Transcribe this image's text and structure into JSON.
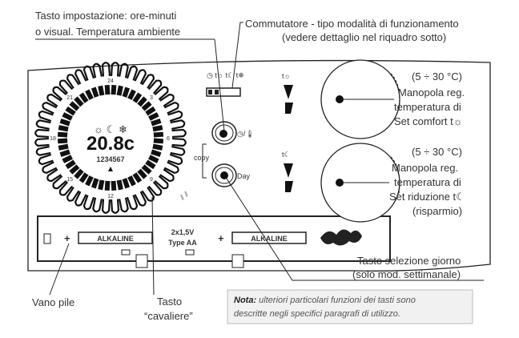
{
  "labels": {
    "set_button_line1": "Tasto impostazione: ore-minuti",
    "set_button_line2": "o visual. Temperatura ambiente",
    "switch_line1": "Commutatore - tipo modalità di funzionamento",
    "switch_line2": "(vedere dettaglio nel riquadro sotto)",
    "comfort_range": "(5 ÷ 30 °C)",
    "comfort_line1": "Manopola reg.",
    "comfort_line2": "temperatura di",
    "comfort_line3": "Set comfort t☼",
    "reduction_range": "(5 ÷ 30 °C)",
    "reduction_line1": "Manopola reg.",
    "reduction_line2": "temperatura di",
    "reduction_line3": "Set riduzione t☾",
    "reduction_line4": "(risparmio)",
    "day_button_line1": "Tasto selezione giorno",
    "day_button_line2": "(solo mod. settimanale)",
    "battery_bay": "Vano pile",
    "rider_line1": "Tasto",
    "rider_line2": "“cavaliere”"
  },
  "note": {
    "bold": "Nota:",
    "line1": "ulteriori particolari funzioni dei tasti sono",
    "line2": "descritte negli specifici paragrafi di utilizzo."
  },
  "device": {
    "display_temp": "20.8c",
    "display_days": "1234567",
    "clock_ticks": [
      "24",
      "3",
      "6",
      "9",
      "12",
      "15",
      "18",
      "21"
    ],
    "mode_icons": [
      "◷",
      "t☼",
      "t☾",
      "t❄"
    ],
    "copy_label": "copy",
    "day_button_label": "Day",
    "set_button_icon": "◷/🌡",
    "battery_label": "ALKALINE",
    "battery_spec_line1": "2x1,5V",
    "battery_spec_line2": "Type  AA",
    "comfort_icon": "t☼",
    "reduction_icon": "t☾",
    "status_icons": [
      "☼",
      "☾",
      "❄"
    ]
  }
}
